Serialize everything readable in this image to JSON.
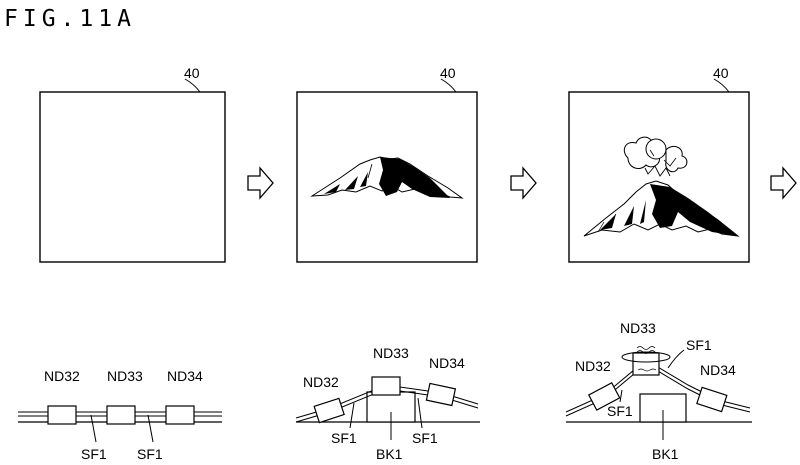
{
  "figure_title": "FIG.11A",
  "panels": [
    {
      "ref": "40",
      "content": "empty"
    },
    {
      "ref": "40",
      "content": "mountain"
    },
    {
      "ref": "40",
      "content": "erupting-volcano"
    }
  ],
  "diagrams": [
    {
      "nodes": [
        "ND32",
        "ND33",
        "ND34"
      ],
      "springs": [
        "SF1",
        "SF1"
      ]
    },
    {
      "nodes": [
        "ND32",
        "ND33",
        "ND34"
      ],
      "springs": [
        "SF1",
        "SF1"
      ],
      "block": "BK1"
    },
    {
      "nodes": [
        "ND32",
        "ND33",
        "ND34"
      ],
      "springs": [
        "SF1",
        "SF1"
      ],
      "block": "BK1"
    }
  ]
}
